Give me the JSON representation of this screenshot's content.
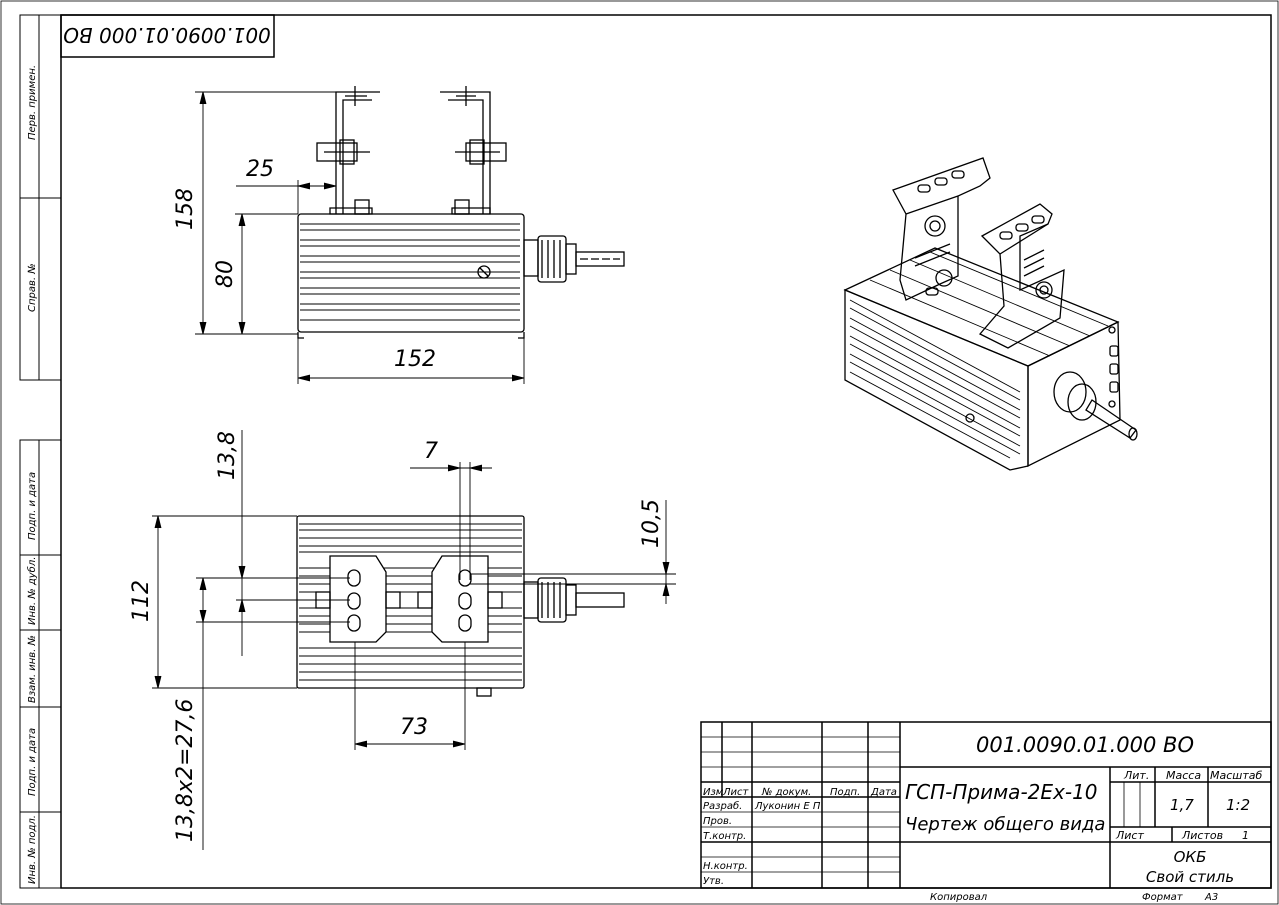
{
  "stamp_top": "001.0090.01.000 ВО",
  "side_labels": [
    {
      "id": "perv",
      "text": "Перв. примен."
    },
    {
      "id": "sprav",
      "text": "Справ. №"
    },
    {
      "id": "podp1",
      "text": "Подп. и дата"
    },
    {
      "id": "inv_dubl",
      "text": "Инв. № дубл."
    },
    {
      "id": "vzam",
      "text": "Взам. инв. №"
    },
    {
      "id": "podp2",
      "text": "Подп. и дата"
    },
    {
      "id": "inv_podl",
      "text": "Инв. № подл."
    }
  ],
  "dimensions": {
    "d25": "25",
    "d158": "158",
    "d80": "80",
    "d152": "152",
    "d13_8": "13,8",
    "d7": "7",
    "d10_5": "10,5",
    "d112": "112",
    "d73": "73",
    "d27_6": "13,8х2=27,6"
  },
  "title_block": {
    "designation": "001.0090.01.000 ВО",
    "name_line1": "ГСП-Прима-2Ех-10",
    "name_line2": "Чертеж общего вида",
    "col_izm": "Изм",
    "col_list": "Лист",
    "col_docum": "№ докум.",
    "col_podp": "Подп.",
    "col_data": "Дата",
    "row_razrab": "Разраб.",
    "razrab_name": "Луконин Е П",
    "row_prov": "Пров.",
    "row_tkontr": "Т.контр.",
    "row_nkontr": "Н.контр.",
    "row_utv": "Утв.",
    "lit_label": "Лит.",
    "mass_label": "Масса",
    "scale_label": "Масштаб",
    "mass_value": "1,7",
    "scale_value": "1:2",
    "sheet_label": "Лист",
    "sheets_label": "Листов",
    "sheets_value": "1",
    "org_line1": "ОКБ",
    "org_line2": "Свой стиль"
  },
  "footer": {
    "copied": "Копировал",
    "format_label": "Формат",
    "format_value": "А3"
  }
}
